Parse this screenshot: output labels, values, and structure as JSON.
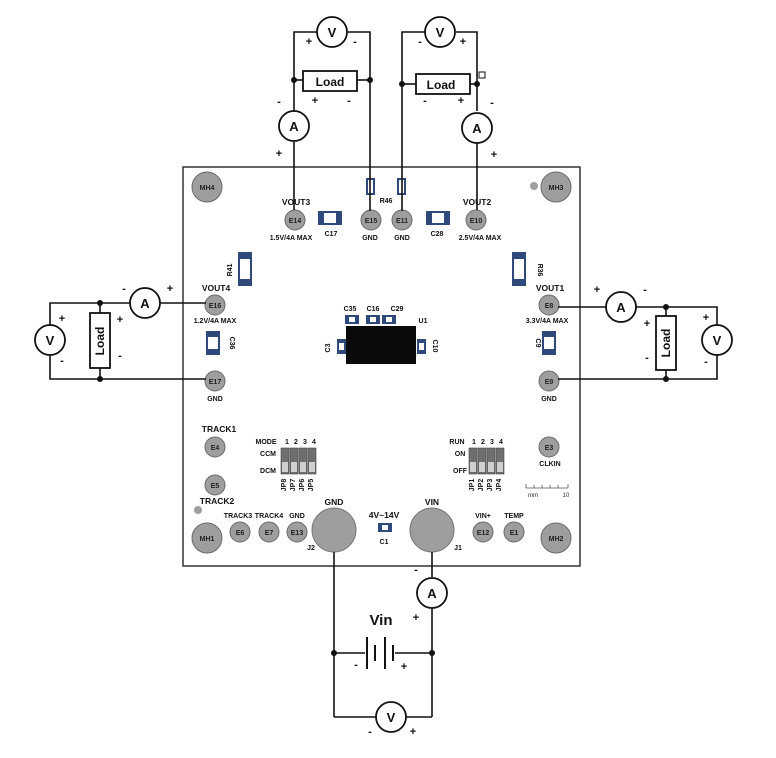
{
  "board": {
    "mounting_holes": [
      "MH4",
      "MH3",
      "MH1",
      "MH2"
    ],
    "outputs": {
      "vout3": {
        "name": "VOUT3",
        "pad": "E14",
        "rating": "1.5V/4A MAX"
      },
      "vout2": {
        "name": "VOUT2",
        "pad": "E10",
        "rating": "2.5V/4A MAX"
      },
      "vout4": {
        "name": "VOUT4",
        "pad": "E16",
        "rating": "1.2V/4A MAX"
      },
      "vout1": {
        "name": "VOUT1",
        "pad": "E8",
        "rating": "3.3V/4A MAX"
      }
    },
    "gnd_pads": {
      "top_left": {
        "pad": "E15",
        "label": "GND"
      },
      "top_right": {
        "pad": "E11",
        "label": "GND"
      },
      "left": {
        "pad": "E17",
        "label": "GND"
      },
      "right": {
        "pad": "E9",
        "label": "GND"
      },
      "bottom": {
        "pad": "E13",
        "label": "GND"
      }
    },
    "signals": {
      "track1": {
        "pad": "E4",
        "label": "TRACK1"
      },
      "track2": {
        "pad": "E5",
        "label": "TRACK2"
      },
      "track3": {
        "pad": "E6",
        "label": "TRACK3"
      },
      "track4": {
        "pad": "E7",
        "label": "TRACK4"
      },
      "clkin": {
        "pad": "E3",
        "label": "CLKIN"
      },
      "vinplus": {
        "pad": "E12",
        "label": "VIN+"
      },
      "temp": {
        "pad": "E1",
        "label": "TEMP"
      }
    },
    "components": {
      "r46": "R46",
      "r41": "R41",
      "r36": "R36",
      "c17": "C17",
      "c28": "C28",
      "c36": "C36",
      "c9": "C9",
      "c35": "C35",
      "c16": "C16",
      "c29": "C29",
      "c3": "C3",
      "c10": "C10",
      "c1": "C1",
      "u1": "U1"
    },
    "connectors": {
      "gnd_label": "GND",
      "gnd_ref": "J2",
      "vin_label": "VIN",
      "vin_ref": "J1",
      "vin_range": "4V~14V"
    },
    "mode_switch": {
      "title": "MODE",
      "nums": [
        "1",
        "2",
        "3",
        "4"
      ],
      "row1": "CCM",
      "row2": "DCM",
      "jumpers": [
        "JP8",
        "JP7",
        "JP6",
        "JP5"
      ]
    },
    "run_switch": {
      "title": "RUN",
      "nums": [
        "1",
        "2",
        "3",
        "4"
      ],
      "row1": "ON",
      "row2": "OFF",
      "jumpers": [
        "JP1",
        "JP2",
        "JP3",
        "JP4"
      ]
    },
    "ruler": {
      "left": "mm",
      "right": "10"
    }
  },
  "external": {
    "load_label": "Load",
    "ammeter": "A",
    "voltmeter": "V",
    "plus": "+",
    "minus": "-",
    "battery_label": "Vin"
  }
}
